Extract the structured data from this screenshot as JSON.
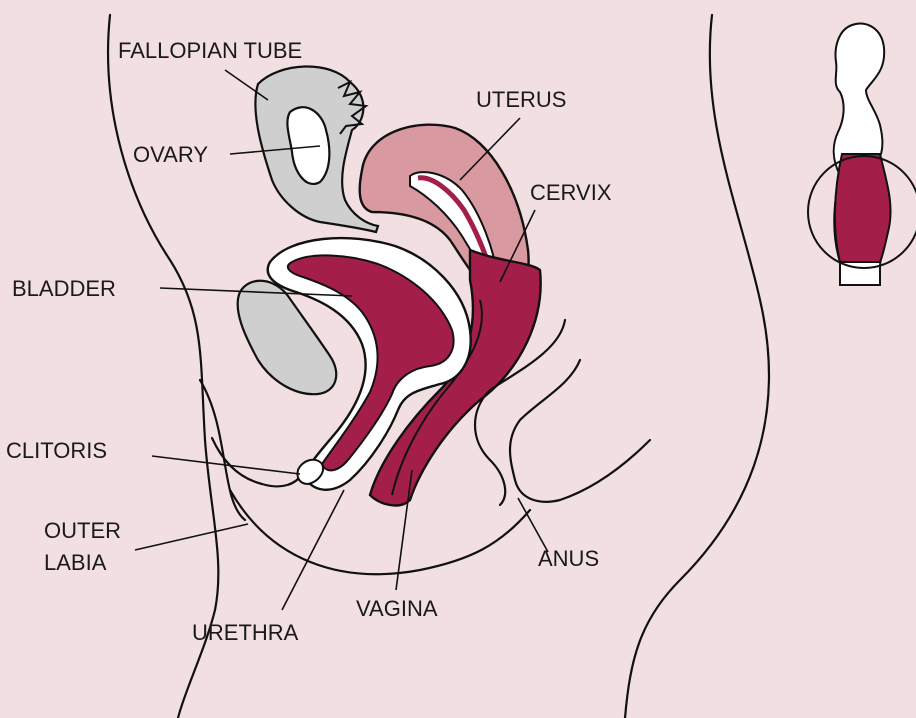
{
  "colors": {
    "background": "#f2dfe1",
    "tissue_dark": "#a31f4a",
    "uterus_light": "#d899a0",
    "gray_organs": "#cfcfcf",
    "outline": "#111111"
  },
  "labels": {
    "fallopian_tube": "FALLOPIAN TUBE",
    "ovary": "OVARY",
    "uterus": "UTERUS",
    "cervix": "CERVIX",
    "bladder": "BLADDER",
    "clitoris": "CLITORIS",
    "outer_labia_line1": "OUTER",
    "outer_labia_line2": "LABIA",
    "anus": "ANUS",
    "vagina": "VAGINA",
    "urethra": "URETHRA"
  },
  "inset": {
    "icon": "body-silhouette-icon",
    "highlight": "pelvic-region"
  }
}
